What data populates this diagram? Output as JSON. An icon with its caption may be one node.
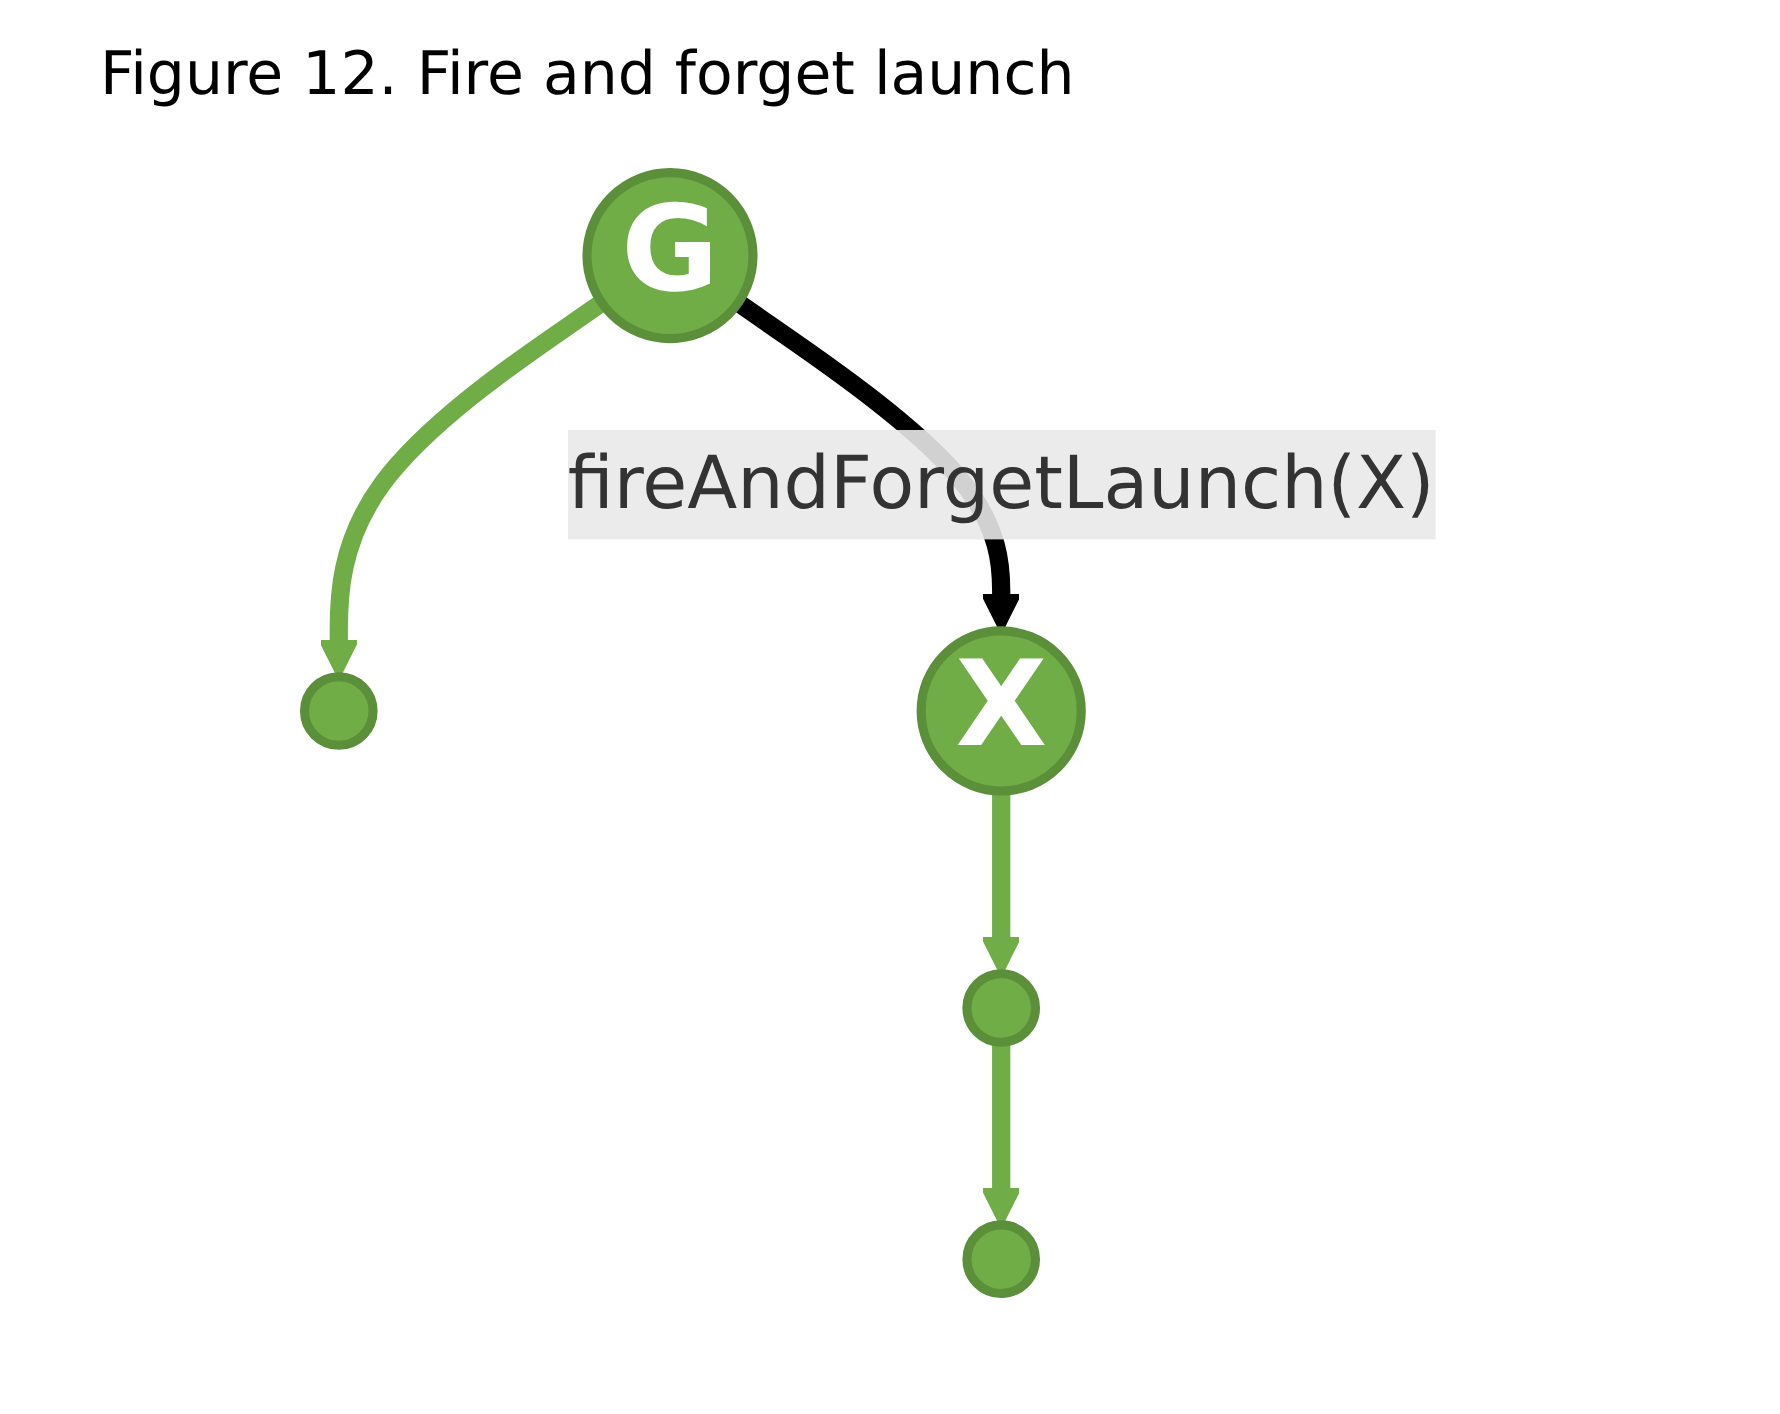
{
  "diagram": {
    "title": "Figure 12. Fire and forget launch",
    "nodes": [
      {
        "text": [
          "G"
        ]
      },
      {
        "text": [],
        "shape": "circle"
      },
      {
        "text": [
          "X"
        ]
      },
      {
        "text": [],
        "shape": "circle"
      },
      {
        "text": [],
        "shape": "circle"
      }
    ],
    "edges": [
      {
        "from": 0,
        "to": 1,
        "arrow": "to"
      },
      {
        "from": 0,
        "to": 2,
        "arrow": "to",
        "label": "fireAndForgetLaunch(X)",
        "color": "#000000"
      },
      {
        "from": 2,
        "to": 3,
        "arrow": "to"
      },
      {
        "from": 3,
        "to": 4,
        "arrow": "to"
      }
    ]
  }
}
